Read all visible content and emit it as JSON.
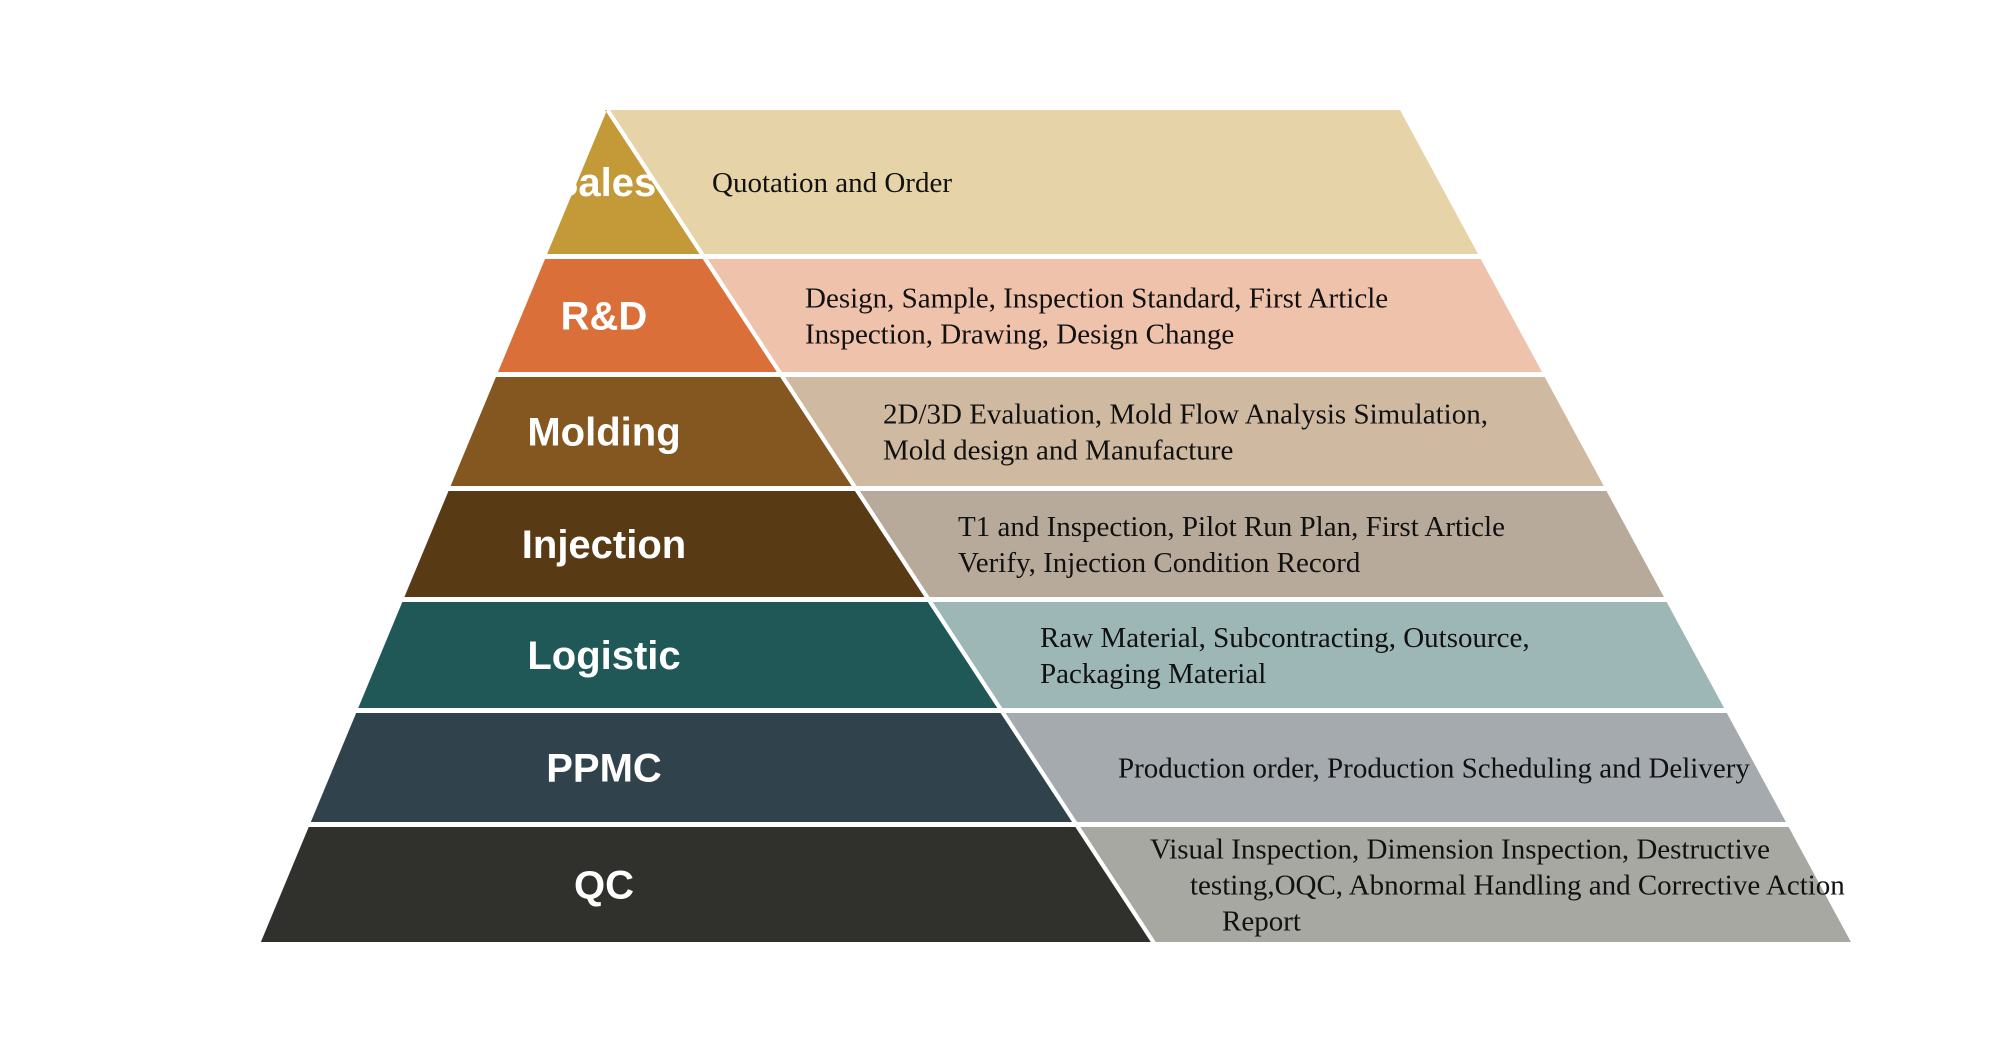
{
  "pyramid": {
    "levels": [
      {
        "label": "Sales",
        "left_color": "#C39A37",
        "right_color": "#E6D4A8",
        "description": [
          "Quotation and Order"
        ]
      },
      {
        "label": "R&D",
        "left_color": "#DA6F3A",
        "right_color": "#EFC3AB",
        "description": [
          "Design, Sample, Inspection Standard, First Article",
          "Inspection, Drawing, Design Change"
        ]
      },
      {
        "label": "Molding",
        "left_color": "#845721",
        "right_color": "#CFBAA1",
        "description": [
          "2D/3D Evaluation, Mold Flow Analysis Simulation,",
          "Mold design and Manufacture"
        ]
      },
      {
        "label": "Injection",
        "left_color": "#583A14",
        "right_color": "#B8AA9A",
        "description": [
          "T1 and Inspection, Pilot Run Plan, First Article",
          "Verify, Injection Condition Record"
        ]
      },
      {
        "label": "Logistic",
        "left_color": "#205858",
        "right_color": "#9DB6B6",
        "description": [
          "Raw Material, Subcontracting, Outsource,",
          "Packaging Material"
        ]
      },
      {
        "label": "PPMC",
        "left_color": "#30424B",
        "right_color": "#A5AAAE",
        "description": [
          "Production order, Production Scheduling and Delivery"
        ]
      },
      {
        "label": "QC",
        "left_color": "#30312C",
        "right_color": "#A7A8A2",
        "description": [
          "Visual Inspection, Dimension Inspection, Destructive",
          "testing,OQC, Abnormal Handling and Corrective Action",
          "Report"
        ]
      }
    ]
  }
}
